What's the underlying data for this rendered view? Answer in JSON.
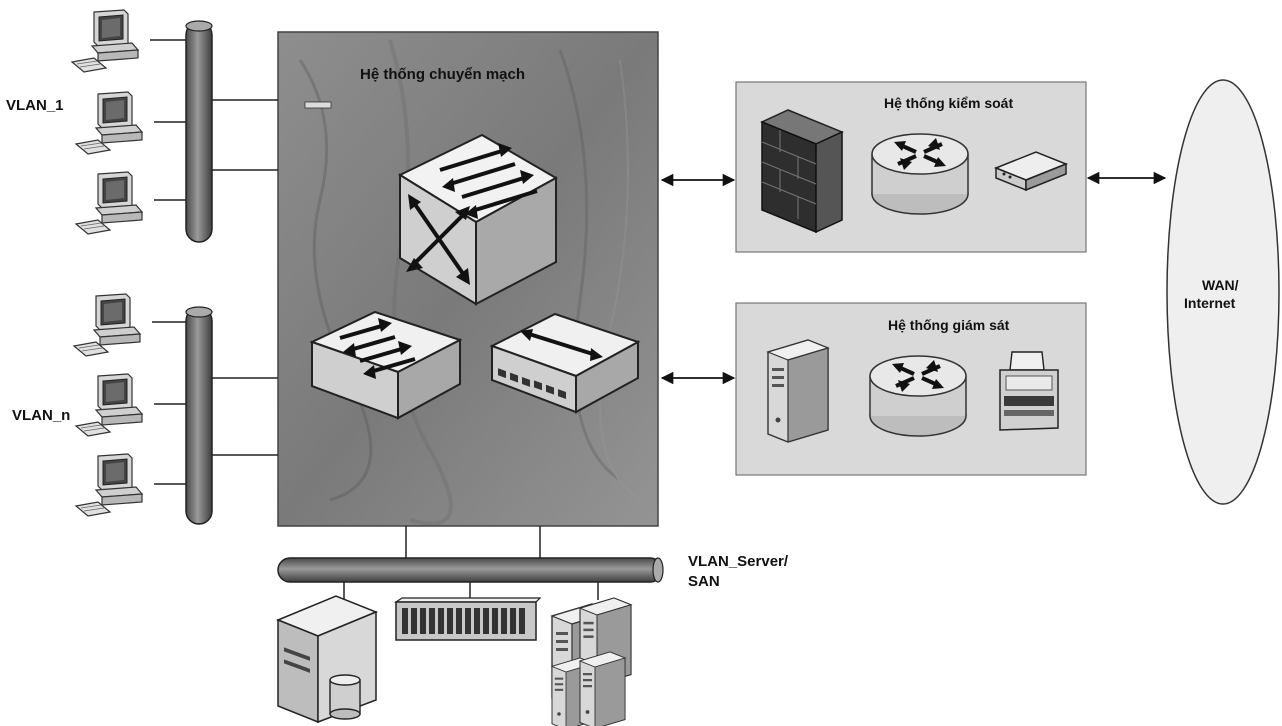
{
  "labels": {
    "switching_system": "Hệ thống chuyển mạch",
    "control_system": "Hệ thống kiểm soát",
    "monitoring_system": "Hệ thống giám sát",
    "wan_line1": "WAN/",
    "wan_line2": "Internet",
    "vlan_1": "VLAN_1",
    "vlan_n": "VLAN_n",
    "vlan_server_line1": "VLAN_Server/",
    "vlan_server_line2": "SAN"
  },
  "colors": {
    "panel_fill": "#8a8a8a",
    "panel_dark": "#5e5e5e",
    "subsystem_fill": "#d9d9d9",
    "device_light": "#e4e4e4",
    "line": "#222222"
  },
  "icons": {
    "workstation": "desktop-computer-icon",
    "core_switch": "multilayer-switch-icon",
    "access_switch": "workgroup-switch-icon",
    "hub": "hub-icon",
    "firewall": "firewall-icon",
    "router": "router-icon",
    "modem": "modem-icon",
    "server": "server-icon",
    "printer": "printer-icon",
    "storage": "storage-array-icon",
    "database": "database-icon"
  }
}
